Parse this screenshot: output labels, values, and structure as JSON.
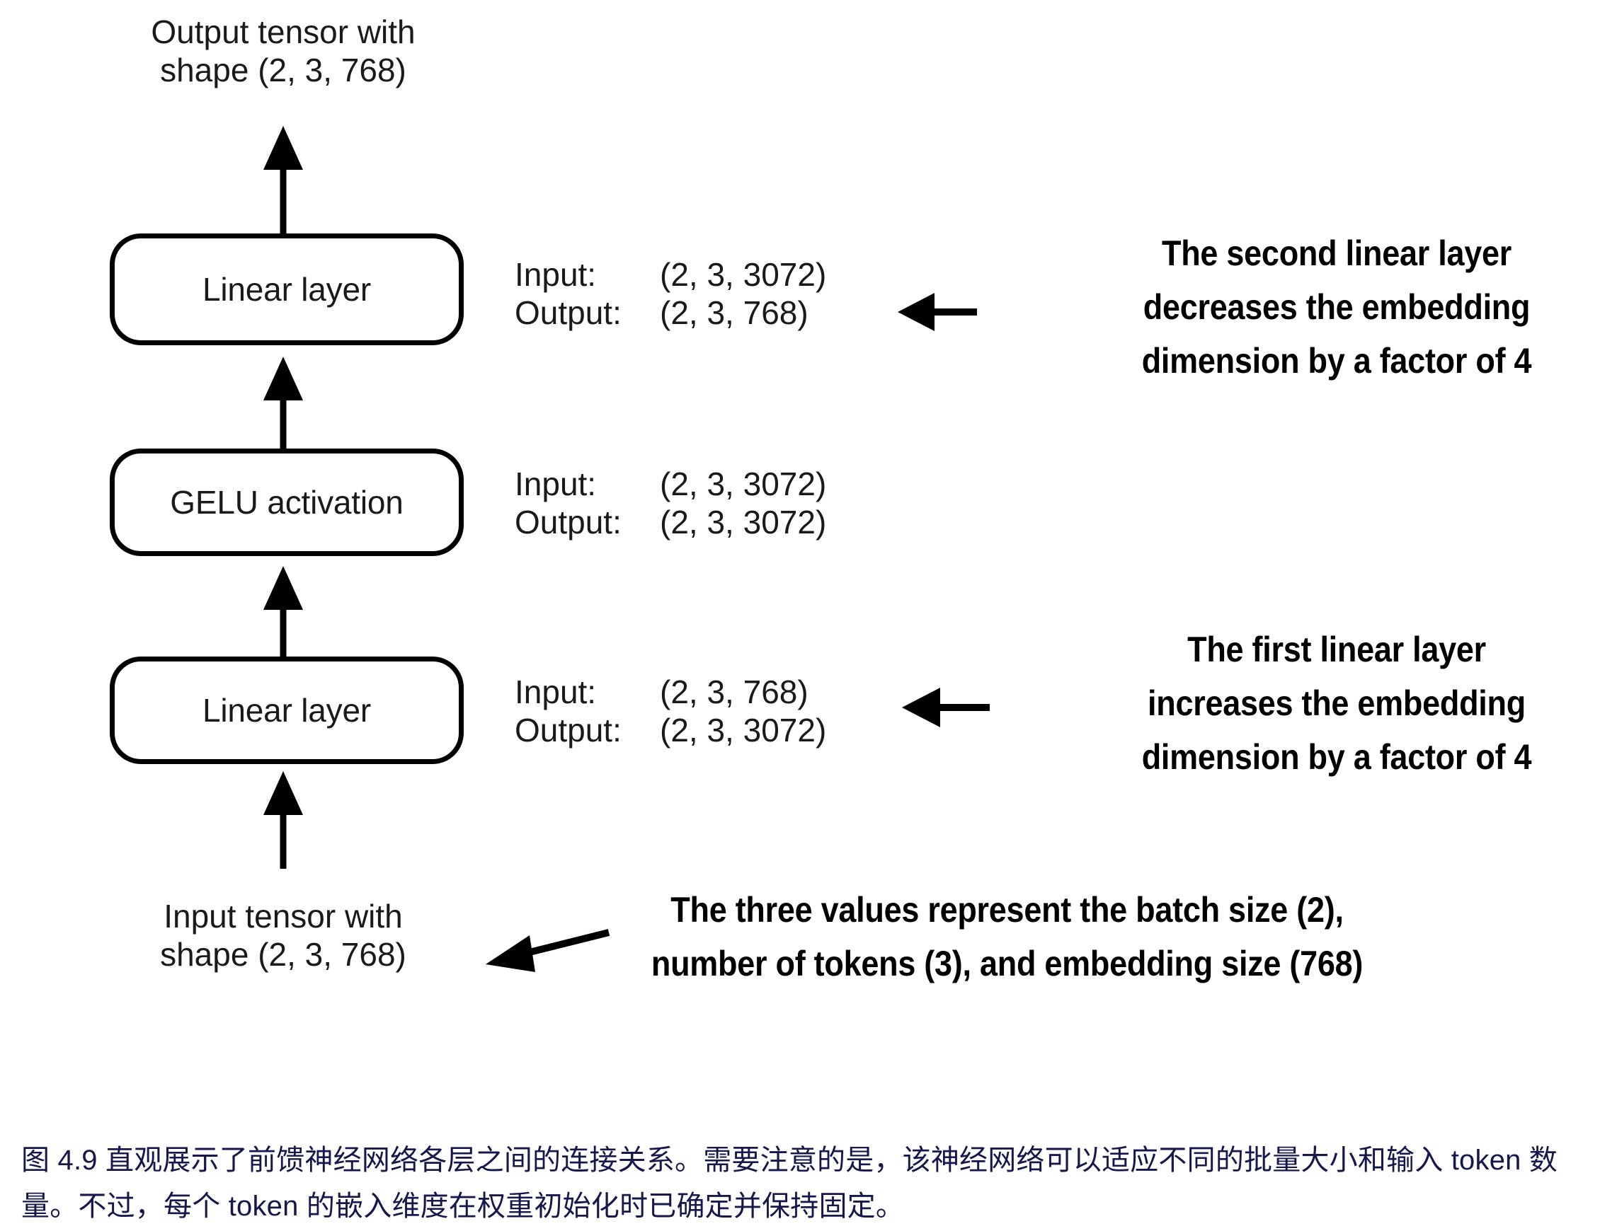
{
  "diagram": {
    "output_tensor_label": "Output tensor with\nshape (2, 3, 768)",
    "input_tensor_label": "Input tensor with\nshape (2, 3, 768)",
    "nodes": [
      {
        "id": "linear-2",
        "label": "Linear layer"
      },
      {
        "id": "gelu",
        "label": "GELU activation"
      },
      {
        "id": "linear-1",
        "label": "Linear layer"
      }
    ],
    "io_blocks": [
      {
        "id": "io-linear-2",
        "input_key": "Input:",
        "input_value": "(2, 3, 3072)",
        "output_key": "Output:",
        "output_value": "(2, 3, 768)"
      },
      {
        "id": "io-gelu",
        "input_key": "Input:",
        "input_value": "(2, 3, 3072)",
        "output_key": "Output:",
        "output_value": "(2, 3, 3072)"
      },
      {
        "id": "io-linear-1",
        "input_key": "Input:",
        "input_value": "(2, 3, 768)",
        "output_key": "Output:",
        "output_value": "(2, 3, 3072)"
      }
    ],
    "annotations": [
      {
        "id": "annotation-second-linear",
        "text": "The second linear layer\ndecreases the embedding\ndimension by a factor of 4"
      },
      {
        "id": "annotation-first-linear",
        "text": "The first linear layer\nincreases the embedding\ndimension by a factor of 4"
      },
      {
        "id": "annotation-three-values",
        "text": "The three values represent the batch size (2),\nnumber of tokens (3), and embedding size\n(768)"
      }
    ],
    "colors": {
      "stroke": "#000000",
      "text": "#1a1a1a",
      "caption": "#16174a",
      "background": "#ffffff"
    }
  },
  "caption": {
    "text": "图 4.9 直观展示了前馈神经网络各层之间的连接关系。需要注意的是，该神经网络可以适应不同的批量大小和输入 token 数量。不过，每个 token 的嵌入维度在权重初始化时已确定并保持固定。"
  }
}
